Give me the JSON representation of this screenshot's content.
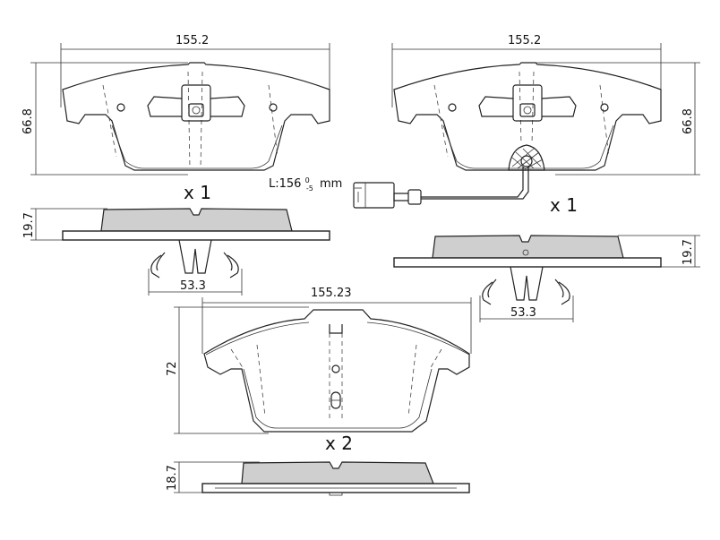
{
  "pad_left": {
    "width_label": "155.2",
    "height_label": "66.8",
    "qty_label": "x 1",
    "thickness_label": "19.7",
    "clip_label": "53.3"
  },
  "pad_right": {
    "width_label": "155.2",
    "height_label": "66.8",
    "qty_label": "x 1",
    "thickness_label": "19.7",
    "clip_label": "53.3",
    "sensor": {
      "prefix": "L:156",
      "tol_upper": "0",
      "tol_lower": "-5",
      "unit": "mm"
    }
  },
  "pad_bottom": {
    "width_label": "155.23",
    "height_label": "72",
    "qty_label": "x 2",
    "thickness_label": "18.7"
  }
}
